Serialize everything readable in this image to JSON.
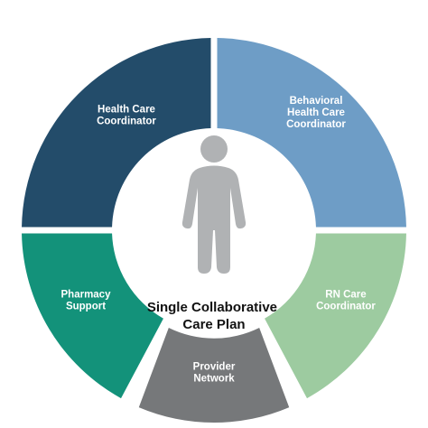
{
  "diagram": {
    "segments": [
      {
        "id": "health-care-coordinator",
        "lines": [
          "Health Care",
          "Coordinator"
        ],
        "color": "#234c6a"
      },
      {
        "id": "behavioral-health-care-coordinator",
        "lines": [
          "Behavioral",
          "Health Care",
          "Coordinator"
        ],
        "color": "#6e9dc6"
      },
      {
        "id": "rn-care-coordinator",
        "lines": [
          "RN Care",
          "Coordinator"
        ],
        "color": "#9dcba0"
      },
      {
        "id": "provider-network",
        "lines": [
          "Provider",
          "Network"
        ],
        "color": "#76787a"
      },
      {
        "id": "pharmacy-support",
        "lines": [
          "Pharmacy",
          "Support"
        ],
        "color": "#13927a"
      }
    ],
    "center": {
      "lines": [
        "Single Collaborative",
        "Care Plan"
      ],
      "icon": "person-icon",
      "icon_color": "#b0b2b4"
    }
  }
}
